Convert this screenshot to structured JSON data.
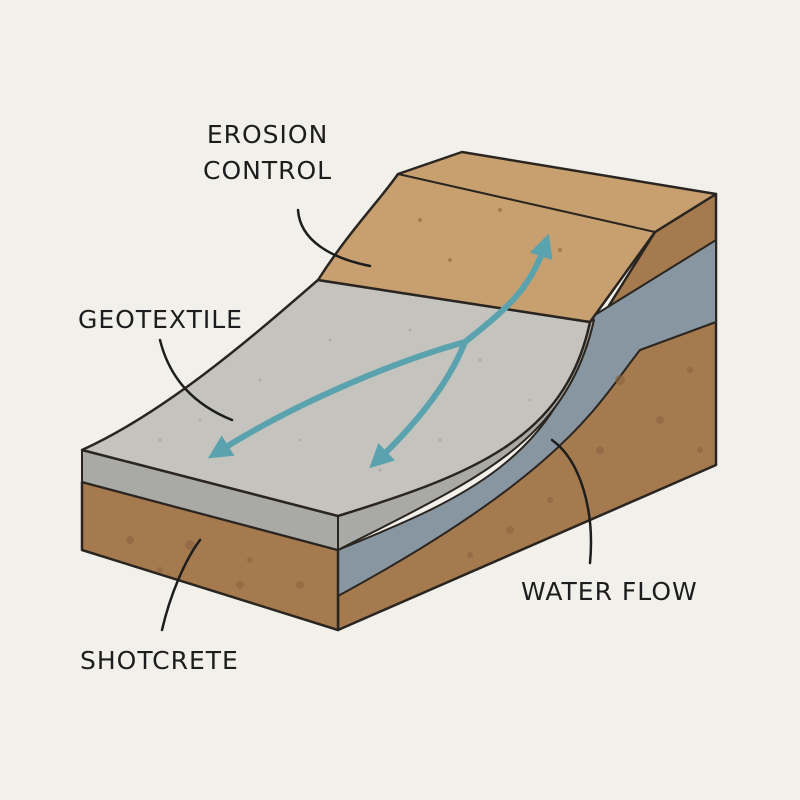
{
  "labels": {
    "erosion_control": [
      "EROSION",
      "CONTROL"
    ],
    "geotextile": "GEOTEXTILE",
    "water_flow": "WATER FLOW",
    "shotcrete": "SHOTCRETE"
  },
  "colors": {
    "background": "#f2f0ea",
    "soil_top": "#c8a070",
    "soil_side": "#a57a4e",
    "geotextile_top": "#c4c3bd",
    "geotextile_edge": "#a9aaa5",
    "drainage_layer": "#8796a0",
    "water_arrow": "#5aa3ae",
    "outline": "#2a2520"
  }
}
